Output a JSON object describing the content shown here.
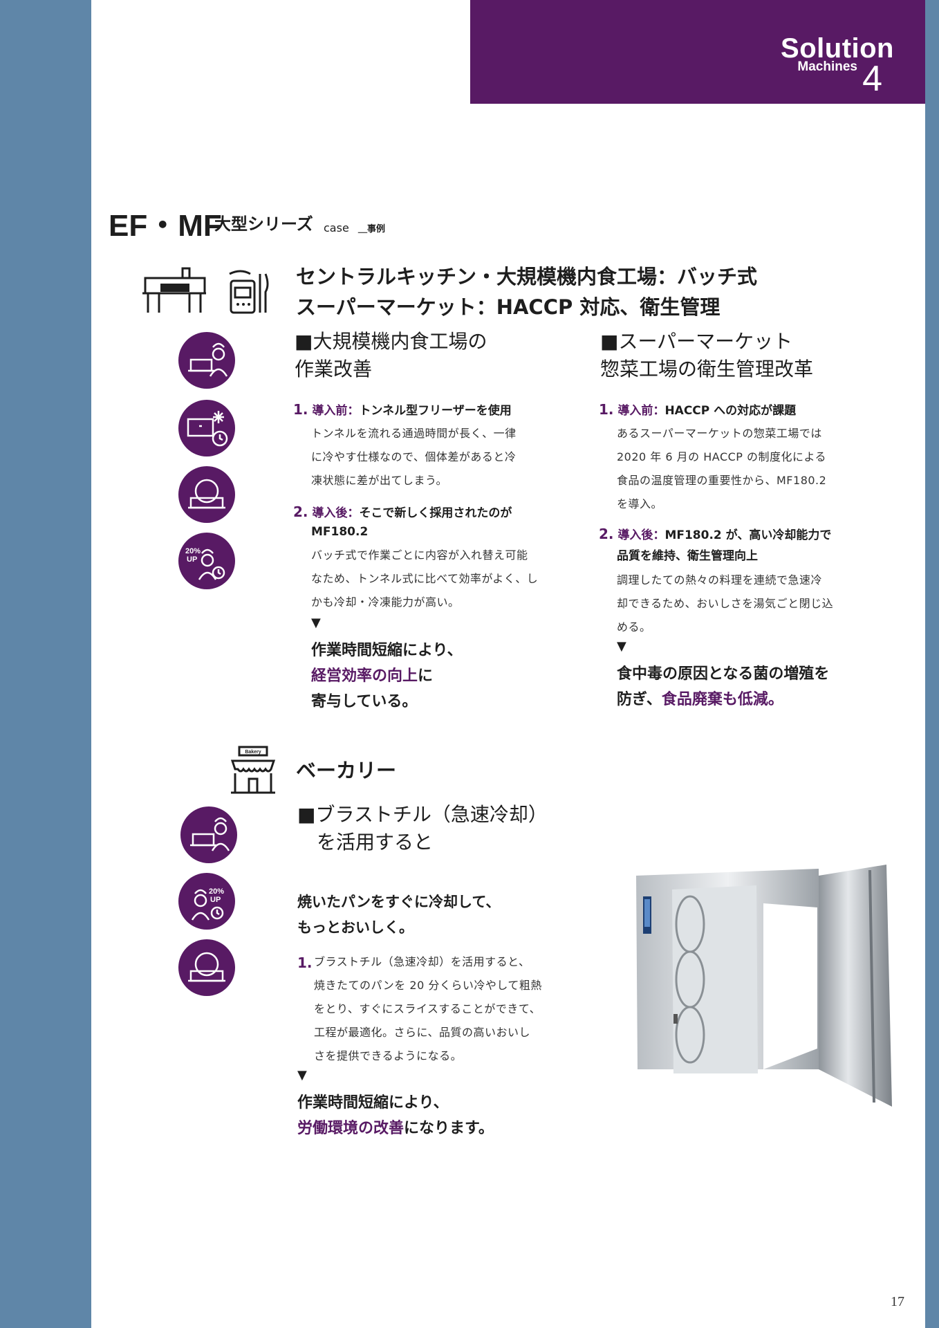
{
  "header": {
    "solution": "Solution",
    "machines": "Machines",
    "number": "4"
  },
  "title": {
    "main": "EF・MF",
    "sub": "大型シリーズ",
    "case": "case",
    "case_jp": "＿事例"
  },
  "section1": {
    "heading_line1": "セントラルキッチン・大規模機内食工場：バッチ式",
    "heading_line2": "スーパーマーケット：HACCP 対応、衛生管理",
    "left": {
      "title_line1": "■大規模機内食工場の",
      "title_line2": "作業改善",
      "item1_no": "1.",
      "item1_label": "導入前：",
      "item1_text": "トンネル型フリーザーを使用",
      "item1_body": [
        "トンネルを流れる通過時間が長く、一律",
        "に冷やす仕様なので、個体差があると冷",
        "凍状態に差が出てしまう。"
      ],
      "item2_no": "2.",
      "item2_label": "導入後：",
      "item2_text": "そこで新しく採用されたのが",
      "item2_text2": "MF180.2",
      "item2_body": [
        "バッチ式で作業ごとに内容が入れ替え可能",
        "なため、トンネル式に比べて効率がよく、し",
        "かも冷却・冷凍能力が高い。"
      ],
      "arrow": "▼",
      "concl_line1": "作業時間短縮により、",
      "concl_hl": "経営効率の向上",
      "concl_tail": "に",
      "concl_line3": "寄与している。"
    },
    "right": {
      "title_line1": "■スーパーマーケット",
      "title_line2": "惣菜工場の衛生管理改革",
      "item1_no": "1.",
      "item1_label": "導入前：",
      "item1_text": "HACCP への対応が課題",
      "item1_body": [
        "あるスーパーマーケットの惣菜工場では",
        "2020 年 6 月の HACCP の制度化による",
        "食品の温度管理の重要性から、MF180.2",
        "を導入。"
      ],
      "item2_no": "2.",
      "item2_label": "導入後：",
      "item2_text": "MF180.2 が、高い冷却能力で",
      "item2_text2": "品質を維持、衛生管理向上",
      "item2_body": [
        "調理したての熱々の料理を連続で急速冷",
        "却できるため、おいしさを湯気ごと閉じ込",
        "める。"
      ],
      "arrow": "▼",
      "concl_line1": "食中毒の原因となる菌の増殖を",
      "concl_head": "防ぎ、",
      "concl_hl": "食品廃棄も低減。"
    }
  },
  "section2": {
    "bakery_sign": "Bakery",
    "heading": "ベーカリー",
    "title_line1": "■ブラストチル（急速冷却）",
    "title_line2": "を活用すると",
    "lead_line1": "焼いたパンをすぐに冷却して、",
    "lead_line2": "もっとおいしく。",
    "item1_no": "1.",
    "item1_body": [
      "ブラストチル（急速冷却）を活用すると、",
      "焼きたてのパンを 20 分くらい冷やして粗熱",
      "をとり、すぐにスライスすることができて、",
      "工程が最適化。さらに、品質の高いおいし",
      "さを提供できるようになる。"
    ],
    "arrow": "▼",
    "concl_line1": "作業時間短縮により、",
    "concl_hl": "労働環境の改善",
    "concl_tail": "になります。"
  },
  "icons": {
    "badge_pct": "20%",
    "badge_up": "UP"
  },
  "page_number": "17",
  "colors": {
    "accent": "#581a64",
    "frame": "#5f86a8"
  }
}
